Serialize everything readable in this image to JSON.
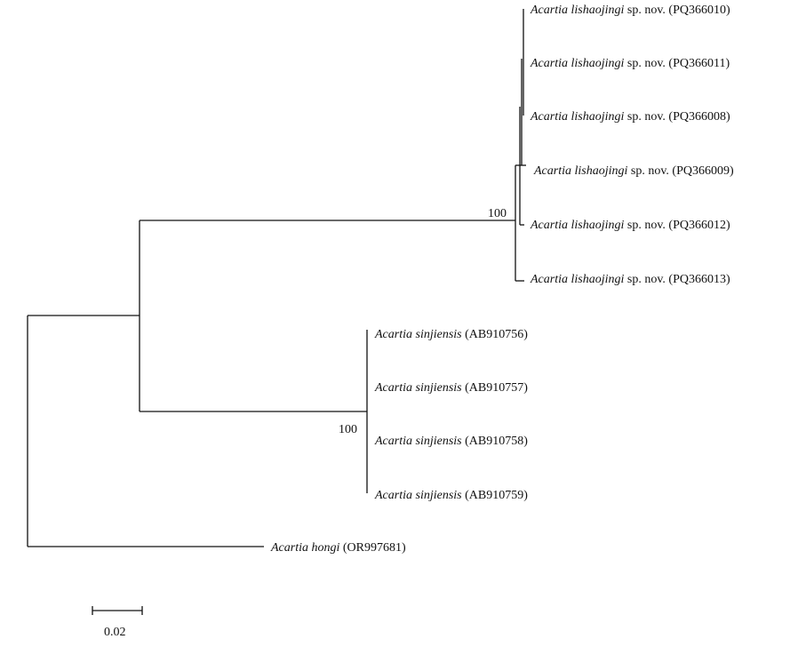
{
  "taxa": [
    {
      "genus_species": "Acartia lishaojingi",
      "suffix": " sp. nov. (PQ366010)"
    },
    {
      "genus_species": "Acartia lishaojingi",
      "suffix": " sp. nov. (PQ366011)"
    },
    {
      "genus_species": "Acartia lishaojingi",
      "suffix": " sp. nov. (PQ366008)"
    },
    {
      "genus_species": "Acartia lishaojingi",
      "suffix": " sp. nov. (PQ366009)"
    },
    {
      "genus_species": "Acartia lishaojingi",
      "suffix": " sp. nov. (PQ366012)"
    },
    {
      "genus_species": "Acartia lishaojingi",
      "suffix": " sp. nov. (PQ366013)"
    },
    {
      "genus_species": "Acartia sinjiensis",
      "suffix": " (AB910756)"
    },
    {
      "genus_species": "Acartia sinjiensis",
      "suffix": " (AB910757)"
    },
    {
      "genus_species": "Acartia sinjiensis",
      "suffix": " (AB910758)"
    },
    {
      "genus_species": "Acartia sinjiensis",
      "suffix": " (AB910759)"
    },
    {
      "genus_species": "Acartia hongi",
      "suffix": " (OR997681)"
    }
  ],
  "bootstrap": {
    "lishaojingi_clade": "100",
    "sinjiensis_clade": "100"
  },
  "scale_bar": {
    "label": "0.02",
    "value": 0.02
  }
}
